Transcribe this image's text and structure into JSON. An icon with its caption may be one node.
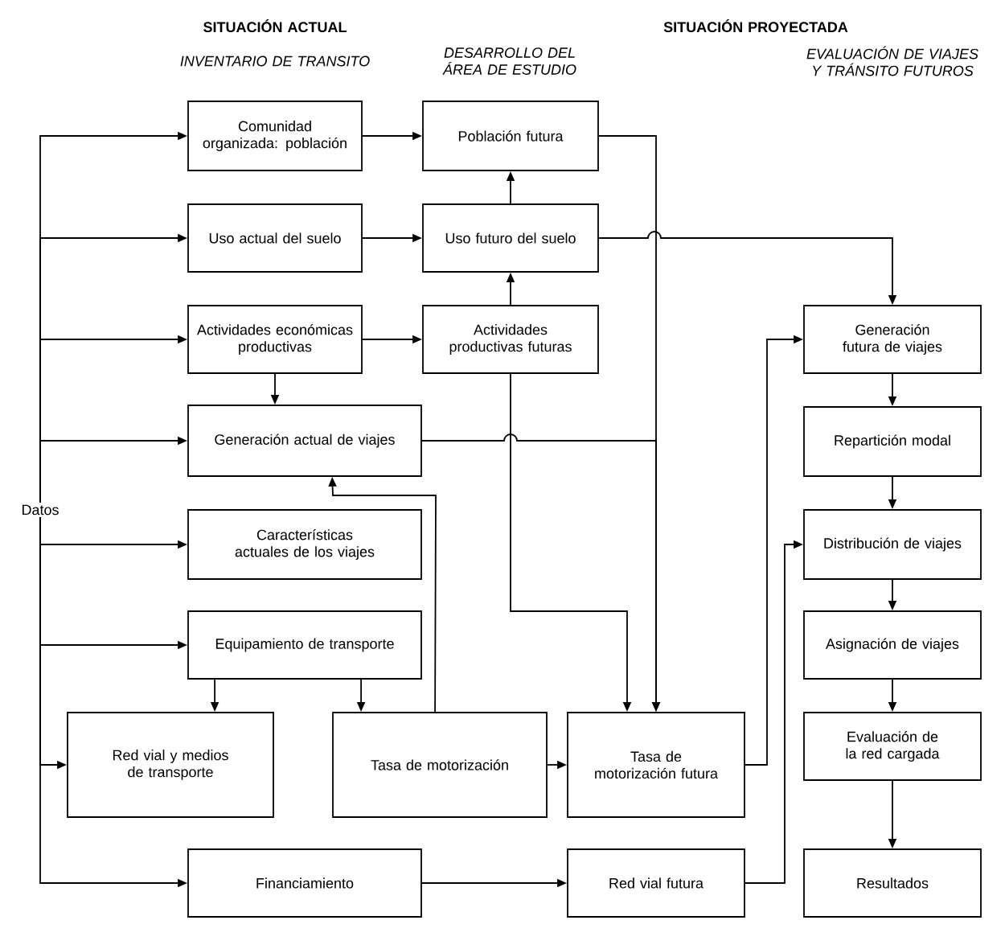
{
  "diagram": {
    "nodes": [
      {
        "text": [
          "Comunidad organizada: población"
        ]
      },
      {
        "text": [
          "Uso actual del suelo"
        ]
      },
      {
        "text": [
          "Actividades económicas productivas"
        ]
      },
      {
        "text": [
          "Generación actual de viajes"
        ]
      },
      {
        "text": [
          "Características actuales de los viajes"
        ]
      },
      {
        "text": [
          "Equipamiento de transporte"
        ]
      },
      {
        "text": [
          "Red vial y medios de transporte"
        ]
      },
      {
        "text": [
          "Tasa de motorización"
        ]
      },
      {
        "text": [
          "Financiamiento"
        ]
      },
      {
        "text": [
          "Población futura"
        ]
      },
      {
        "text": [
          "Uso futuro del suelo"
        ]
      },
      {
        "text": [
          "Actividades productivas futuras"
        ]
      },
      {
        "text": [
          "Tasa de motorización futura"
        ]
      },
      {
        "text": [
          "Red vial futura"
        ]
      },
      {
        "text": [
          "Generación futura de viajes"
        ]
      },
      {
        "text": [
          "Repartición modal"
        ]
      },
      {
        "text": [
          "Distribución de viajes"
        ]
      },
      {
        "text": [
          "Asignación de viajes"
        ]
      },
      {
        "text": [
          "Evaluación de la red cargada"
        ]
      },
      {
        "text": [
          "Resultados"
        ]
      },
      {
        "text": [
          "Datos"
        ]
      }
    ],
    "edges": [
      {
        "from": 0,
        "to": 9,
        "arrow": "to"
      },
      {
        "from": 1,
        "to": 10,
        "arrow": "to"
      },
      {
        "from": 2,
        "to": 11,
        "arrow": "to"
      },
      {
        "from": 2,
        "to": 3,
        "arrow": "to"
      },
      {
        "from": 10,
        "to": 9,
        "arrow": "to"
      },
      {
        "from": 11,
        "to": 10,
        "arrow": "to"
      },
      {
        "from": 9,
        "to": 12,
        "arrow": "to"
      },
      {
        "from": 10,
        "to": 14,
        "arrow": "to"
      },
      {
        "from": 11,
        "to": 12,
        "arrow": "to"
      },
      {
        "from": 3,
        "to": 12,
        "arrow": "to"
      },
      {
        "from": 5,
        "to": 6,
        "arrow": "to"
      },
      {
        "from": 5,
        "to": 7,
        "arrow": "to"
      },
      {
        "from": 7,
        "to": 12,
        "arrow": "to"
      },
      {
        "from": 7,
        "to": 3,
        "arrow": "to"
      },
      {
        "from": 8,
        "to": 13,
        "arrow": "to"
      },
      {
        "from": 12,
        "to": 14,
        "arrow": "to"
      },
      {
        "from": 13,
        "to": 16,
        "arrow": "to"
      },
      {
        "from": 14,
        "to": 15,
        "arrow": "to"
      },
      {
        "from": 15,
        "to": 16,
        "arrow": "to"
      },
      {
        "from": 16,
        "to": 17,
        "arrow": "to"
      },
      {
        "from": 17,
        "to": 18,
        "arrow": "to"
      },
      {
        "from": 18,
        "to": 19,
        "arrow": "to"
      },
      {
        "from": 20,
        "to": 0,
        "arrow": "to"
      },
      {
        "from": 20,
        "to": 1,
        "arrow": "to"
      },
      {
        "from": 20,
        "to": 2,
        "arrow": "to"
      },
      {
        "from": 20,
        "to": 3,
        "arrow": "to"
      },
      {
        "from": 20,
        "to": 4,
        "arrow": "to"
      },
      {
        "from": 20,
        "to": 5,
        "arrow": "to"
      },
      {
        "from": 20,
        "to": 6,
        "arrow": "to"
      },
      {
        "from": 20,
        "to": 8,
        "arrow": "to"
      }
    ],
    "labels": [
      "SITUACIÓN ACTUAL",
      "SITUACIÓN PROYECTADA",
      "INVENTARIO DE TRANSITO",
      "DESARROLLO DEL ÁREA DE ESTUDIO",
      "EVALUACIÓN DE VIAJES Y TRÁNSITO FUTUROS"
    ]
  }
}
